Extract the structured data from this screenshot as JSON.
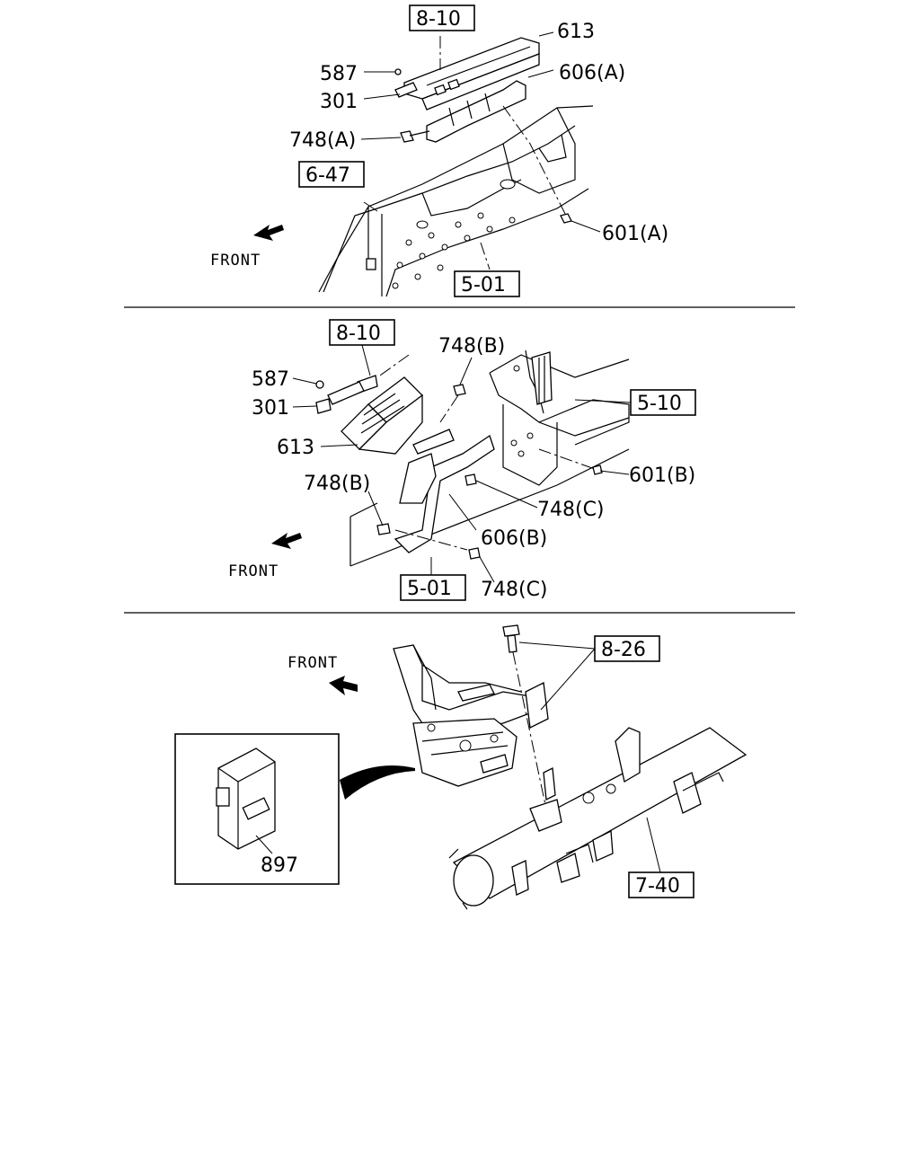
{
  "diagram_1": {
    "ref_top": "8-10",
    "ref_left": "6-47",
    "ref_bottom": "5-01",
    "labels": {
      "p613": "613",
      "p606a": "606(A)",
      "p587": "587",
      "p301": "301",
      "p748a": "748(A)",
      "p601a": "601(A)"
    },
    "front": "FRONT"
  },
  "diagram_2": {
    "ref_top": "8-10",
    "ref_right": "5-10",
    "ref_bottom": "5-01",
    "labels": {
      "p748b_top": "748(B)",
      "p587": "587",
      "p301": "301",
      "p613": "613",
      "p748b_left": "748(B)",
      "p601b": "601(B)",
      "p748c_upper": "748(C)",
      "p606b": "606(B)",
      "p748c_lower": "748(C)"
    },
    "front": "FRONT"
  },
  "diagram_3": {
    "ref_top": "8-26",
    "ref_bottom": "7-40",
    "labels": {
      "p897": "897"
    },
    "front": "FRONT"
  }
}
